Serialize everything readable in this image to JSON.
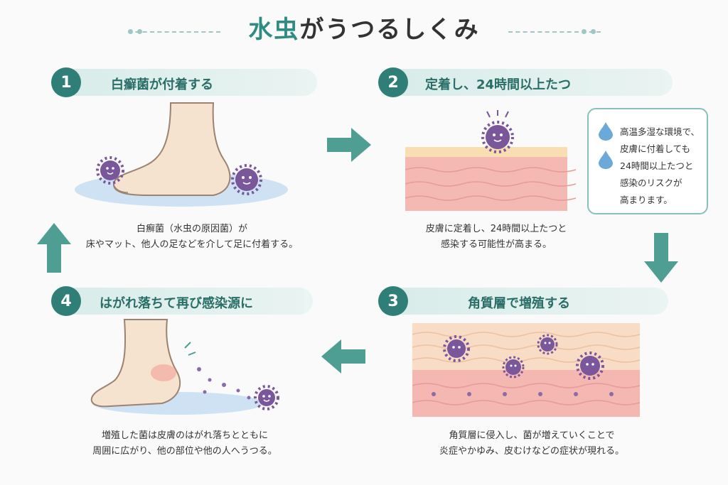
{
  "title": {
    "accent": "水虫",
    "rest": "がうつるしくみ"
  },
  "steps": [
    {
      "num": "1",
      "label": "白癬菌が付着する",
      "desc": [
        "白癬菌（水虫の原因菌）が",
        "床やマット、他人の足などを介して足に付着する。"
      ]
    },
    {
      "num": "2",
      "label": "定着し、24時間以上たつ",
      "desc": [
        "皮膚に定着し、24時間以上たつと",
        "感染する可能性が高まる。"
      ]
    },
    {
      "num": "3",
      "label": "角質層で増殖する",
      "desc": [
        "角質層に侵入し、菌が増えていくことで",
        "炎症やかゆみ、皮むけなどの症状が現れる。"
      ]
    },
    {
      "num": "4",
      "label": "はがれ落ちて再び感染源に",
      "desc": [
        "増殖した菌は皮膚のはがれ落ちとともに",
        "周囲に広がり、他の部位や他の人へうつる。"
      ]
    }
  ],
  "note": {
    "lines": [
      "高温多湿な環境で、",
      "皮膚に付着しても",
      "24時間以上たつと",
      "感染のリスクが",
      "高まります。"
    ]
  },
  "colors": {
    "accent": "#2f8c83",
    "badge": "#2f7f78",
    "arrow": "#4e9e94",
    "germ": "#7a569b",
    "skin": "#f6e3cf"
  },
  "icons": [
    "germ-icon",
    "water-drop-icon",
    "arrow-right-icon",
    "arrow-down-icon",
    "arrow-left-icon",
    "arrow-up-icon"
  ]
}
